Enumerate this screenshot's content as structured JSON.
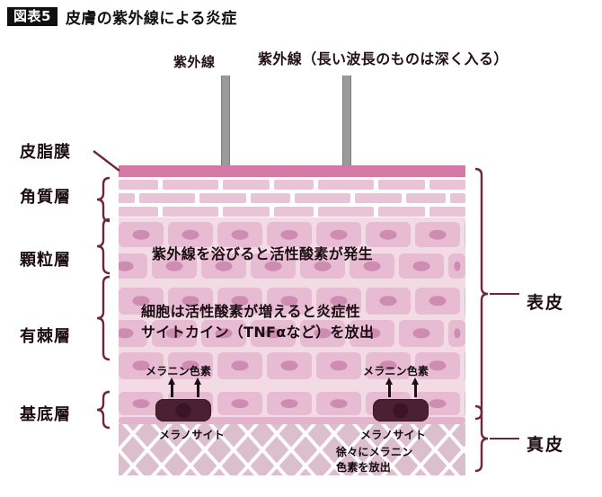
{
  "header": {
    "badge": "図表5",
    "title": "皮膚の紫外線による炎症"
  },
  "annotations": {
    "uv_short": "紫外線",
    "uv_long": "紫外線（長い波長のものは深く入る）"
  },
  "diagram_text": {
    "ros": "紫外線を浴びると活性酸素が発生",
    "cytokine_line1": "細胞は活性酸素が増えると炎症性",
    "cytokine_line2": "サイトカイン（TNFαなど）を放出"
  },
  "left_labels": [
    {
      "key": "sebum",
      "label": "皮脂膜"
    },
    {
      "key": "corneum",
      "label": "角質層"
    },
    {
      "key": "granular",
      "label": "顆粒層"
    },
    {
      "key": "spinous",
      "label": "有棘層"
    },
    {
      "key": "basal",
      "label": "基底層"
    }
  ],
  "right_labels": [
    {
      "key": "epidermis",
      "label": "表皮"
    },
    {
      "key": "dermis",
      "label": "真皮"
    }
  ],
  "melanocyte_left": {
    "melanin_label": "メラニン色素",
    "cell_label": "メラノサイト"
  },
  "melanocyte_right": {
    "melanin_label": "メラニン色素",
    "cell_label": "メラノサイト",
    "release_line1": "徐々にメラニン",
    "release_line2": "色素を放出"
  },
  "colors": {
    "badge_bg": "#101010",
    "sebum_film": "#d478a4",
    "corneum_brick": "#e9c3d6",
    "cell_body": "#e7bcd2",
    "cell_nucleus": "#cf8cb2",
    "layer_bg": "#f3dbe6",
    "dermis": "#dcbfcc",
    "melanocyte": "#4b2033",
    "bracket": "#6d2540",
    "uv_arrow": "#9a9a9a",
    "text": "#1b0d13"
  }
}
